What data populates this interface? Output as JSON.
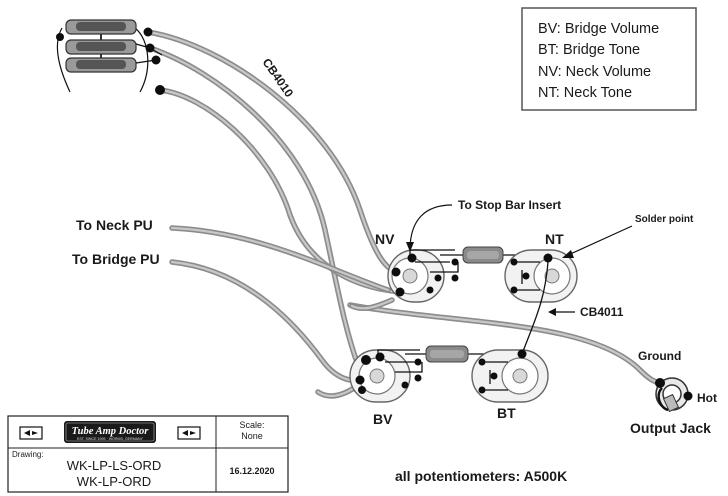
{
  "legend": {
    "items": [
      {
        "code": "BV",
        "text": "BV: Bridge Volume"
      },
      {
        "code": "BT",
        "text": "BT:  Bridge Tone"
      },
      {
        "code": "NV",
        "text": "NV: Neck Volume"
      },
      {
        "code": "NT",
        "text": "NT:  Neck Tone"
      }
    ]
  },
  "labels": {
    "cable_top": "CB4010",
    "cable_mid": "CB4011",
    "to_neck_pu": "To Neck PU",
    "to_bridge_pu": "To Bridge PU",
    "to_stop_bar": "To Stop Bar Insert",
    "solder_point": "Solder point",
    "nv": "NV",
    "nt": "NT",
    "bv": "BV",
    "bt": "BT",
    "ground": "Ground",
    "hot": "Hot",
    "output_jack": "Output Jack",
    "all_pots": "all potentiometers: A500K"
  },
  "title_block": {
    "logo_text": "Tube Amp Doctor",
    "logo_subtext": "EST. SINCE 1995 · WORMS, GERMANY",
    "scale_label": "Scale:",
    "scale_value": "None",
    "drawing_label": "Drawing:",
    "drawing_line1": "WK-LP-LS-ORD",
    "drawing_line2": "WK-LP-ORD",
    "date": "16.12.2020"
  },
  "colors": {
    "cable": "#8c8c8c",
    "wire": "#111111",
    "capacitor": "#8a8a8a",
    "background": "#ffffff"
  }
}
